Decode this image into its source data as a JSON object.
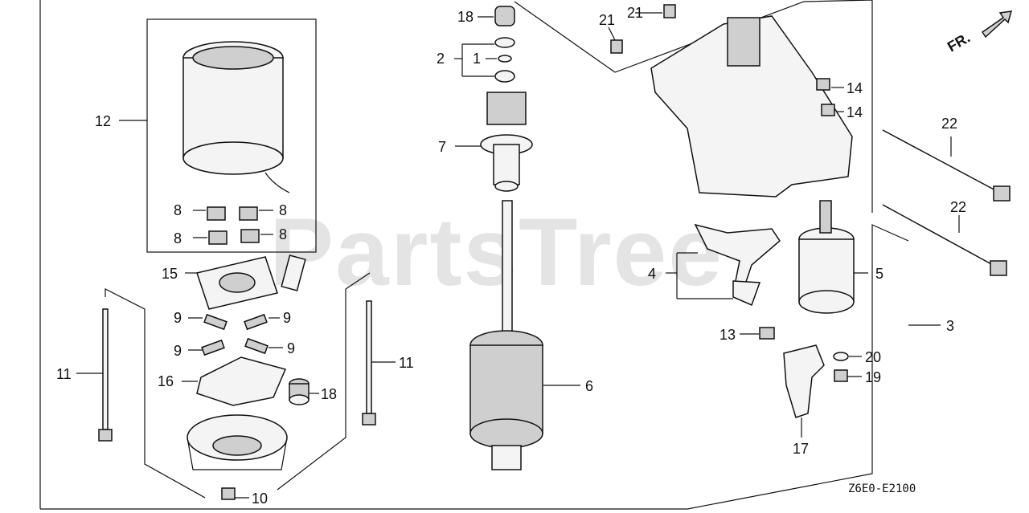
{
  "diagram": {
    "watermark": "PartsTree",
    "direction_label": "FR.",
    "diagram_code": "Z6E0-E2100",
    "callouts": {
      "c1": "1",
      "c2": "2",
      "c3": "3",
      "c4": "4",
      "c5": "5",
      "c6": "6",
      "c7": "7",
      "c8a": "8",
      "c8b": "8",
      "c8c": "8",
      "c8d": "8",
      "c9a": "9",
      "c9b": "9",
      "c9c": "9",
      "c9d": "9",
      "c10": "10",
      "c11a": "11",
      "c11b": "11",
      "c12": "12",
      "c13": "13",
      "c14a": "14",
      "c14b": "14",
      "c15": "15",
      "c16": "16",
      "c17": "17",
      "c18a": "18",
      "c18b": "18",
      "c19": "19",
      "c20": "20",
      "c21a": "21",
      "c21b": "21",
      "c22a": "22",
      "c22b": "22"
    }
  }
}
